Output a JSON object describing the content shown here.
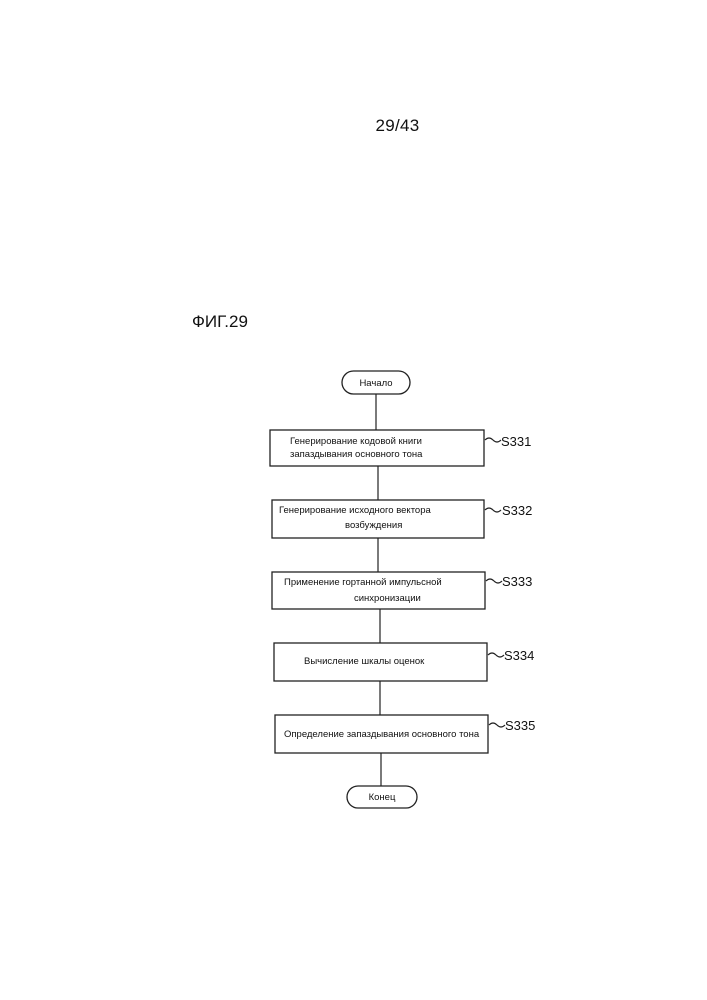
{
  "page": {
    "number": "29/43",
    "figure_label": "ФИГ.29"
  },
  "flowchart": {
    "start": "Начало",
    "end": "Конец",
    "steps": [
      {
        "id": "S331",
        "line1": "Генерирование кодовой книги",
        "line2": "запаздывания основного тона"
      },
      {
        "id": "S332",
        "line1": "Генерирование исходного вектора",
        "line2": "возбуждения"
      },
      {
        "id": "S333",
        "line1": "Применение гортанной импульсной",
        "line2": "синхронизации"
      },
      {
        "id": "S334",
        "line1": "Вычисление шкалы оценок",
        "line2": ""
      },
      {
        "id": "S335",
        "line1": "Определение запаздывания основного тона",
        "line2": ""
      }
    ]
  }
}
